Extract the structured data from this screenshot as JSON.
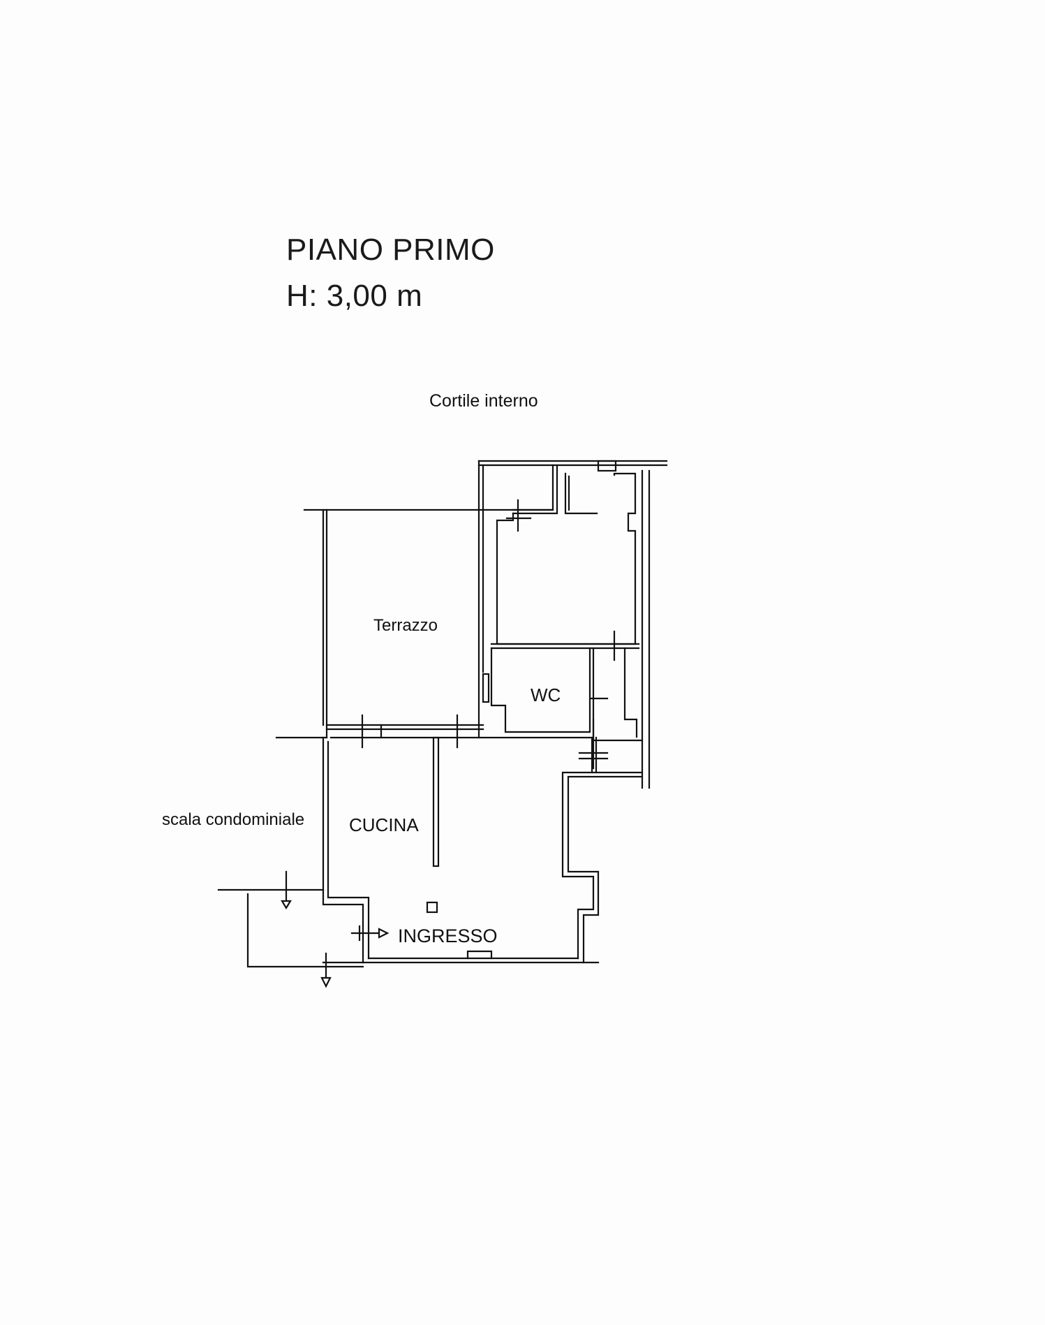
{
  "title": {
    "line1": "PIANO PRIMO",
    "line2": "H: 3,00 m"
  },
  "labels": {
    "cortile": "Cortile interno",
    "terrazzo": "Terrazzo",
    "wc": "WC",
    "scala": "scala condominiale",
    "cucina": "CUCINA",
    "ingresso": "INGRESSO"
  },
  "colors": {
    "wall": "#111111",
    "background": "#fdfdfd"
  }
}
